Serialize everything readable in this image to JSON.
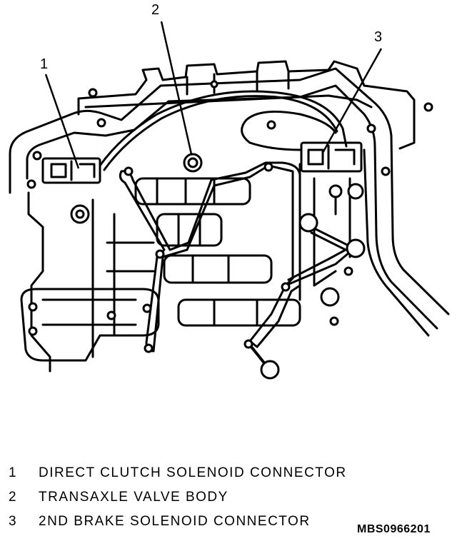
{
  "callouts": [
    "1",
    "2",
    "3"
  ],
  "legend": [
    {
      "number": "1",
      "text": "DIRECT CLUTCH SOLENOID CONNECTOR"
    },
    {
      "number": "2",
      "text": "TRANSAXLE VALVE BODY"
    },
    {
      "number": "3",
      "text": "2ND BRAKE SOLENOID CONNECTOR"
    }
  ],
  "figure_code": "MBS0966201"
}
